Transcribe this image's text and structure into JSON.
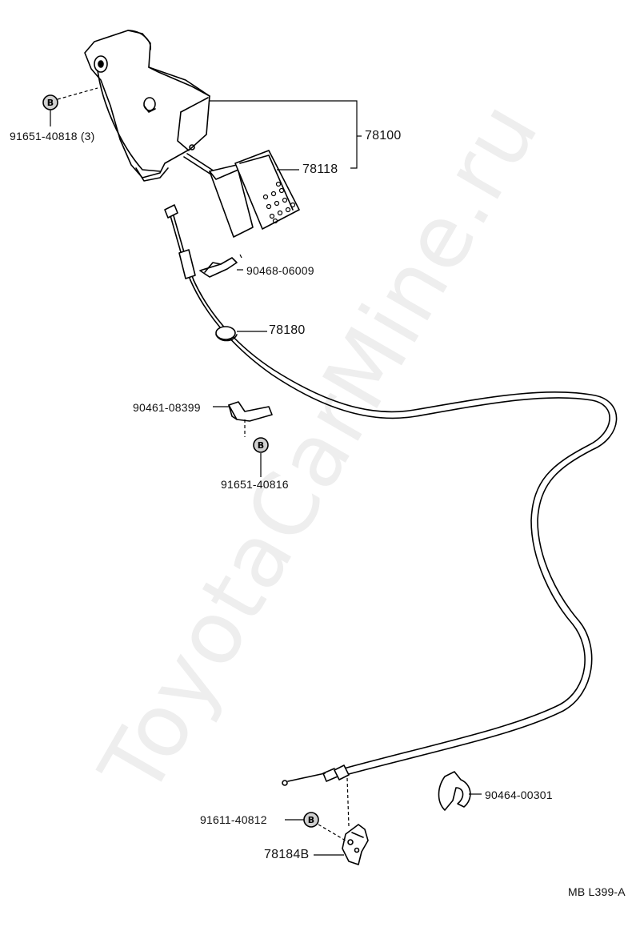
{
  "watermark": "ToyotaCarMine.ru",
  "diagram_code": "MB L399-A",
  "bolt_symbol": "B",
  "callouts": {
    "c_91651_40818": "91651-40818 (3)",
    "c_78100": "78100",
    "c_78118": "78118",
    "c_90468_06009": "90468-06009",
    "c_78180": "78180",
    "c_90461_08399": "90461-08399",
    "c_91651_40816": "91651-40816",
    "c_90464_00301": "90464-00301",
    "c_91611_40812": "91611-40812",
    "c_78184B": "78184B"
  }
}
